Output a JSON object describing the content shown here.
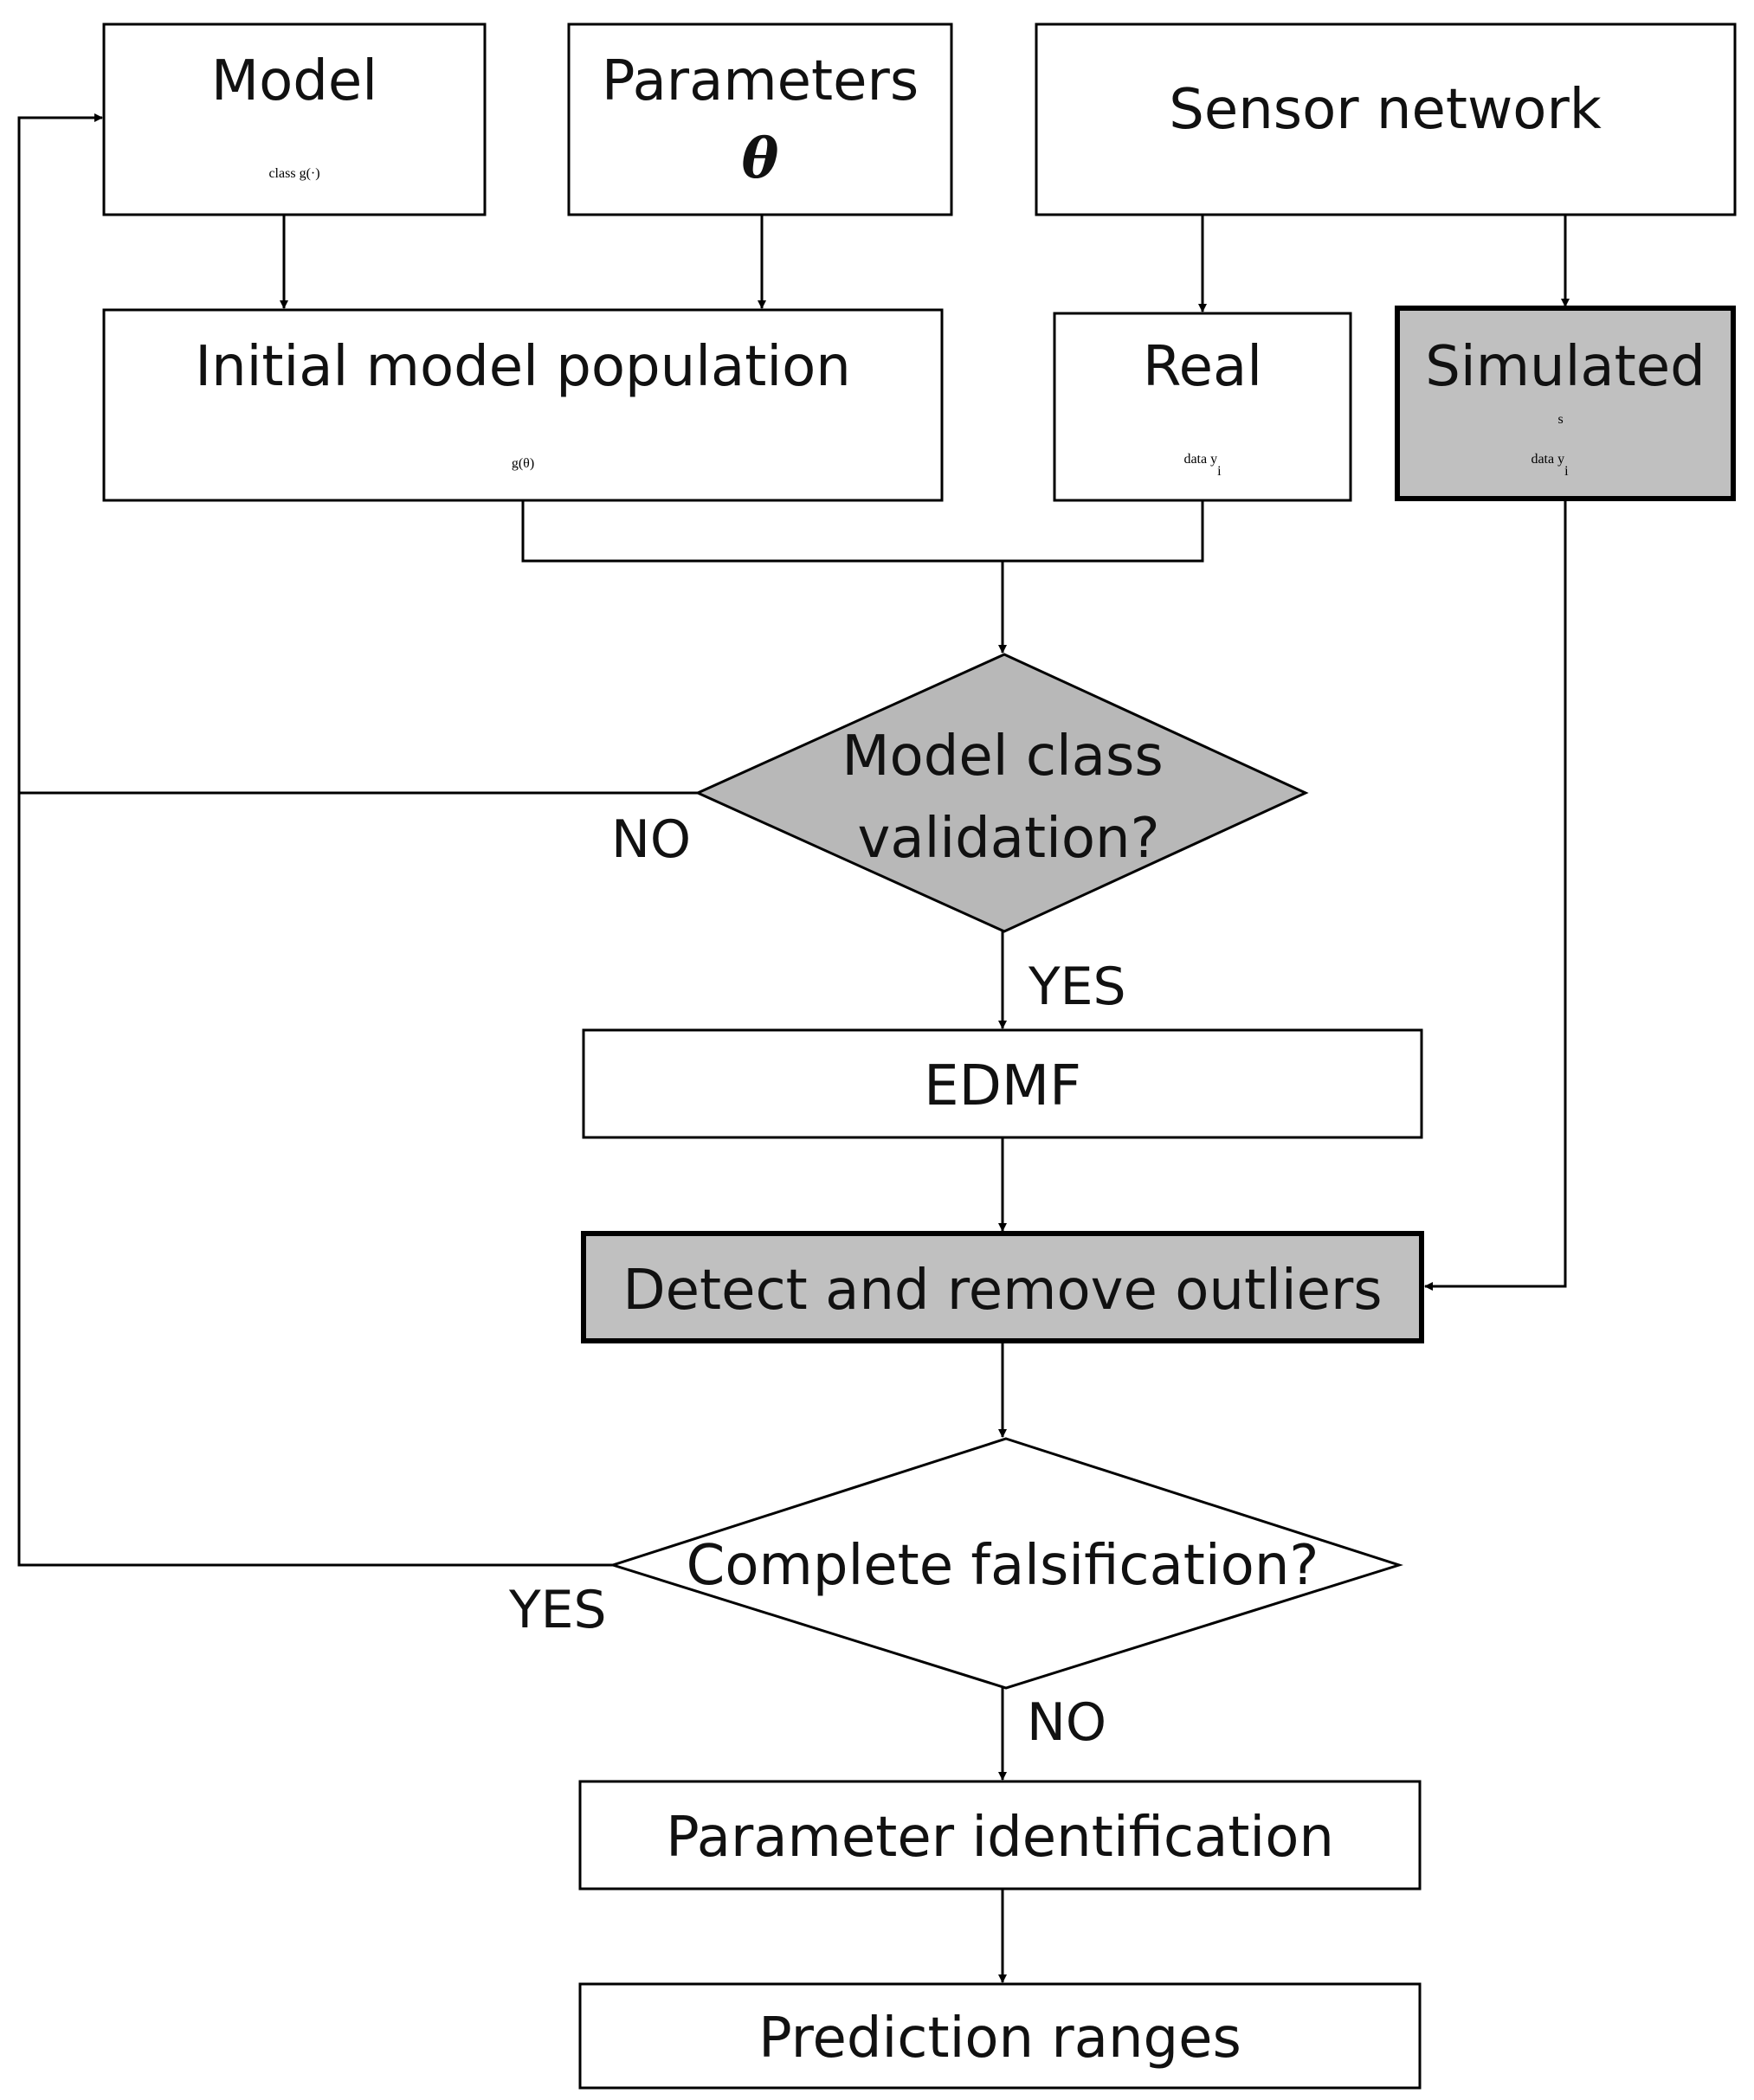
{
  "nodes": {
    "model_class": {
      "line1": "Model",
      "line2_text": "class ",
      "line2_math": "g(·)"
    },
    "parameters": {
      "line1": "Parameters",
      "symbol": "θ"
    },
    "sensor_network": {
      "label": "Sensor network"
    },
    "initial_population": {
      "line1": "Initial model population",
      "math_g": "g(",
      "math_theta": "θ",
      "math_close": ")"
    },
    "real_data": {
      "line1": "Real",
      "line2_text": "data ",
      "var": "y",
      "sub": "i"
    },
    "simulated_data": {
      "line1": "Simulated",
      "line2_text": "data ",
      "var": "y",
      "sub": "i",
      "sup": "s"
    },
    "model_validation": {
      "line1": "Model class",
      "line2": "validation?"
    },
    "edmf": {
      "label": "EDMF"
    },
    "outliers": {
      "label": "Detect and remove outliers"
    },
    "falsification": {
      "label": "Complete falsification?"
    },
    "parameter_identification": {
      "label": "Parameter identification"
    },
    "prediction_ranges": {
      "label": "Prediction ranges"
    }
  },
  "edges": {
    "validation_no": "NO",
    "validation_yes": "YES",
    "falsification_yes": "YES",
    "falsification_no": "NO"
  },
  "colors": {
    "stroke": "#000000",
    "shaded_fill": "#c0c0c0",
    "background": "#ffffff"
  }
}
